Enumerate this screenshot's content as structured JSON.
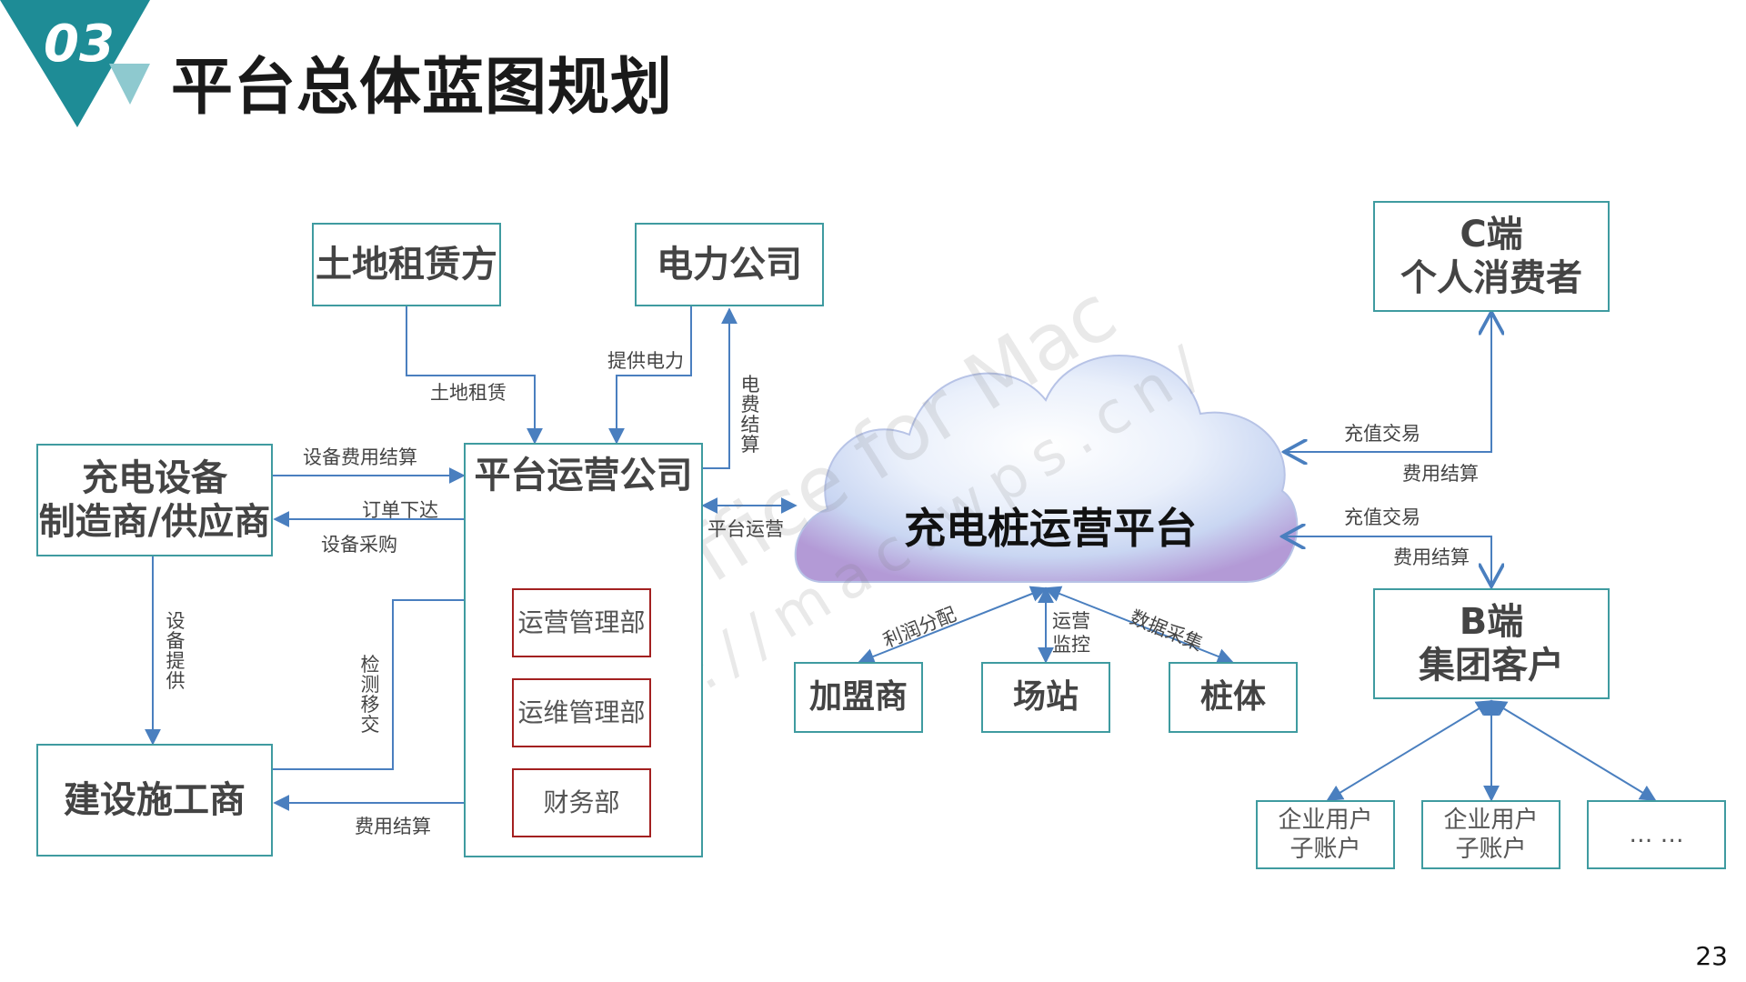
{
  "slide": {
    "number": "03",
    "title": "平台总体蓝图规划",
    "page_number": "23"
  },
  "nodes": {
    "land_lessor": "土地租赁方",
    "power_company": "电力公司",
    "equipment_vendor": [
      "充电设备",
      "制造商/供应商"
    ],
    "operator_company": "平台运营公司",
    "dept_operations": "运营管理部",
    "dept_maintenance": "运维管理部",
    "dept_finance": "财务部",
    "contractor": "建设施工商",
    "cloud_platform": "充电桩运营平台",
    "franchisee": "加盟商",
    "station": "场站",
    "pile": "桩体",
    "c_end": [
      "C端",
      "个人消费者"
    ],
    "b_end": [
      "B端",
      "集团客户"
    ],
    "sub_account_1": [
      "企业用户",
      "子账户"
    ],
    "sub_account_2": [
      "企业用户",
      "子账户"
    ],
    "more": "… …"
  },
  "edges": {
    "land_lease": "土地租赁",
    "supply_power": "提供电力",
    "electricity_settlement": "电费结算",
    "equipment_fee": "设备费用结算",
    "order_issue": "订单下达",
    "equipment_purchase": "设备采购",
    "equipment_supply": "设备提供",
    "inspection_handover": "检测移交",
    "cost_settlement": "费用结算",
    "platform_operation": "平台运营",
    "profit_share": "利润分配",
    "ops_monitor": [
      "运营",
      "监控"
    ],
    "data_collection": "数据采集",
    "c_recharge": "充值交易",
    "c_settlement": "费用结算",
    "b_recharge": "充值交易",
    "b_settlement": "费用结算"
  },
  "watermark": {
    "line1": "WPS Office for Mac",
    "line2": "https://mac.wps.cn/"
  },
  "colors": {
    "teal_border": "#3f9ba0",
    "dept_border": "#a32020",
    "arrow": "#4a7fbf",
    "badge": "#1e8c96"
  }
}
